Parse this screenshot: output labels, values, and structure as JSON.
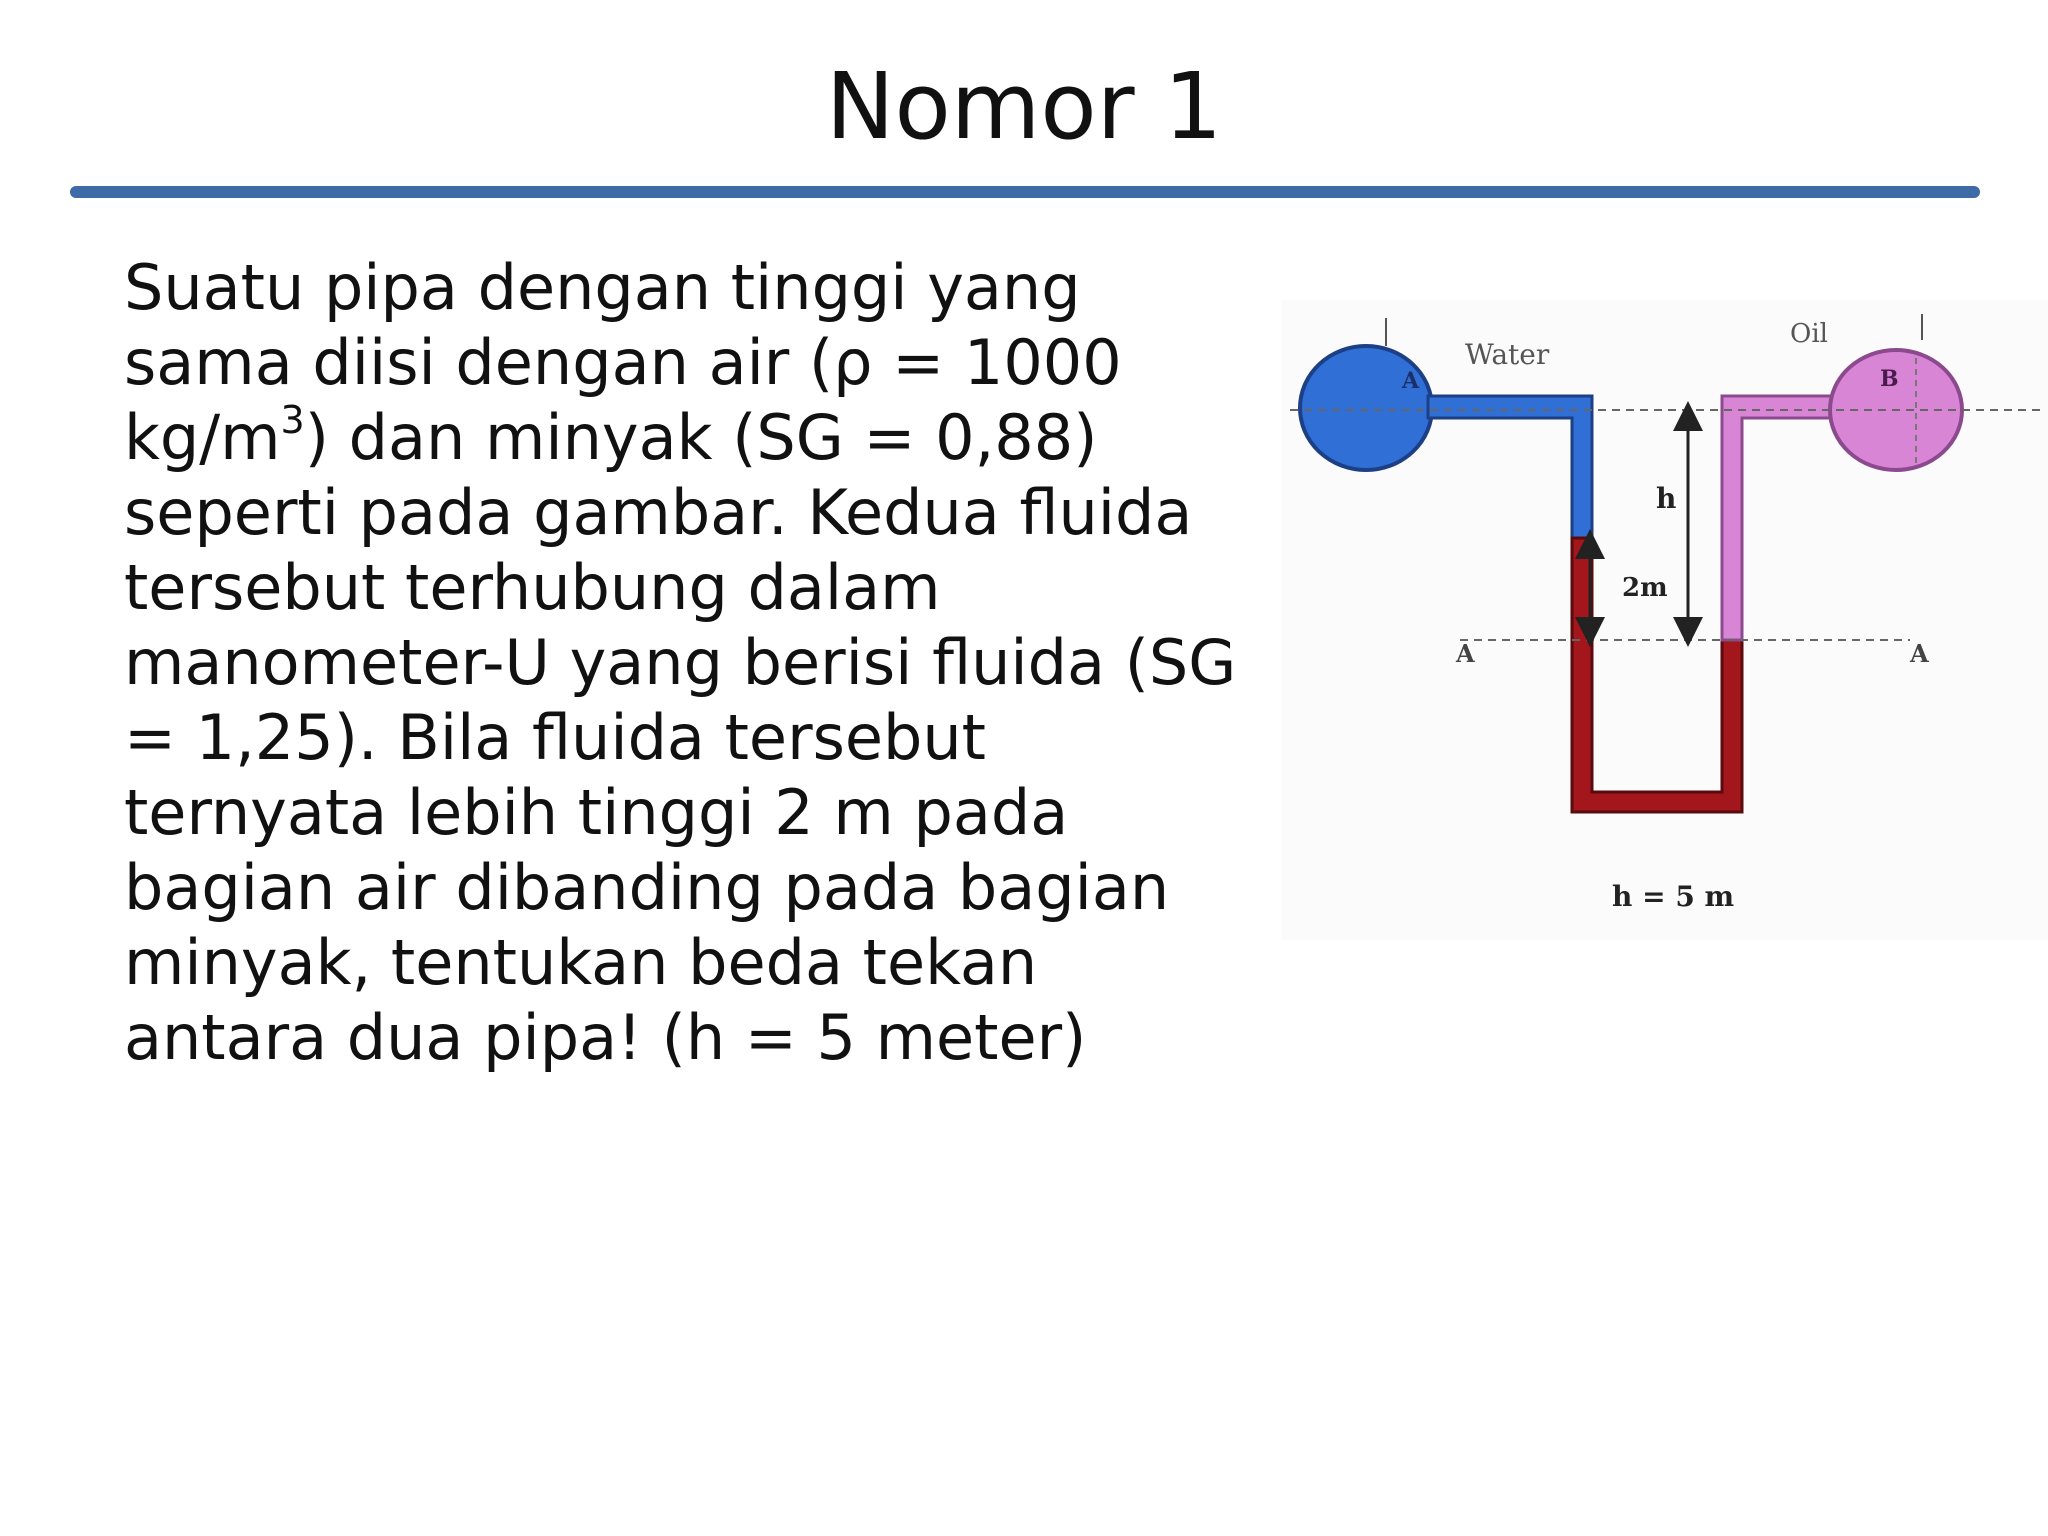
{
  "slide": {
    "title": "Nomor 1",
    "paragraph_lines": [
      "Suatu pipa dengan tinggi yang",
      "sama diisi dengan air (ρ = 1000",
      ") dan minyak (SG = 0,88)",
      "seperti pada gambar. Kedua fluida",
      "tersebut terhubung dalam",
      "manometer-U yang berisi fluida (SG",
      "= 1,25). Bila fluida tersebut",
      "ternyata lebih tinggi 2 m pada",
      "bagian air dibanding pada bagian",
      "minyak, tentukan beda tekan",
      "antara dua pipa! (h = 5 meter)"
    ],
    "unit_base": "kg/m",
    "unit_exponent": "3"
  },
  "figure": {
    "label_water": "Water",
    "label_oil": "Oil",
    "label_a_tank": "A",
    "label_b_tank": "B",
    "label_h": "h",
    "label_2m": "2m",
    "label_section_left": "A",
    "label_section_right": "A",
    "caption": "h = 5 m",
    "colors": {
      "water": "#2f6fd6",
      "oil": "#d985d6",
      "manometer_fluid": "#a3161b",
      "title_rule": "#3f6aa8"
    }
  }
}
